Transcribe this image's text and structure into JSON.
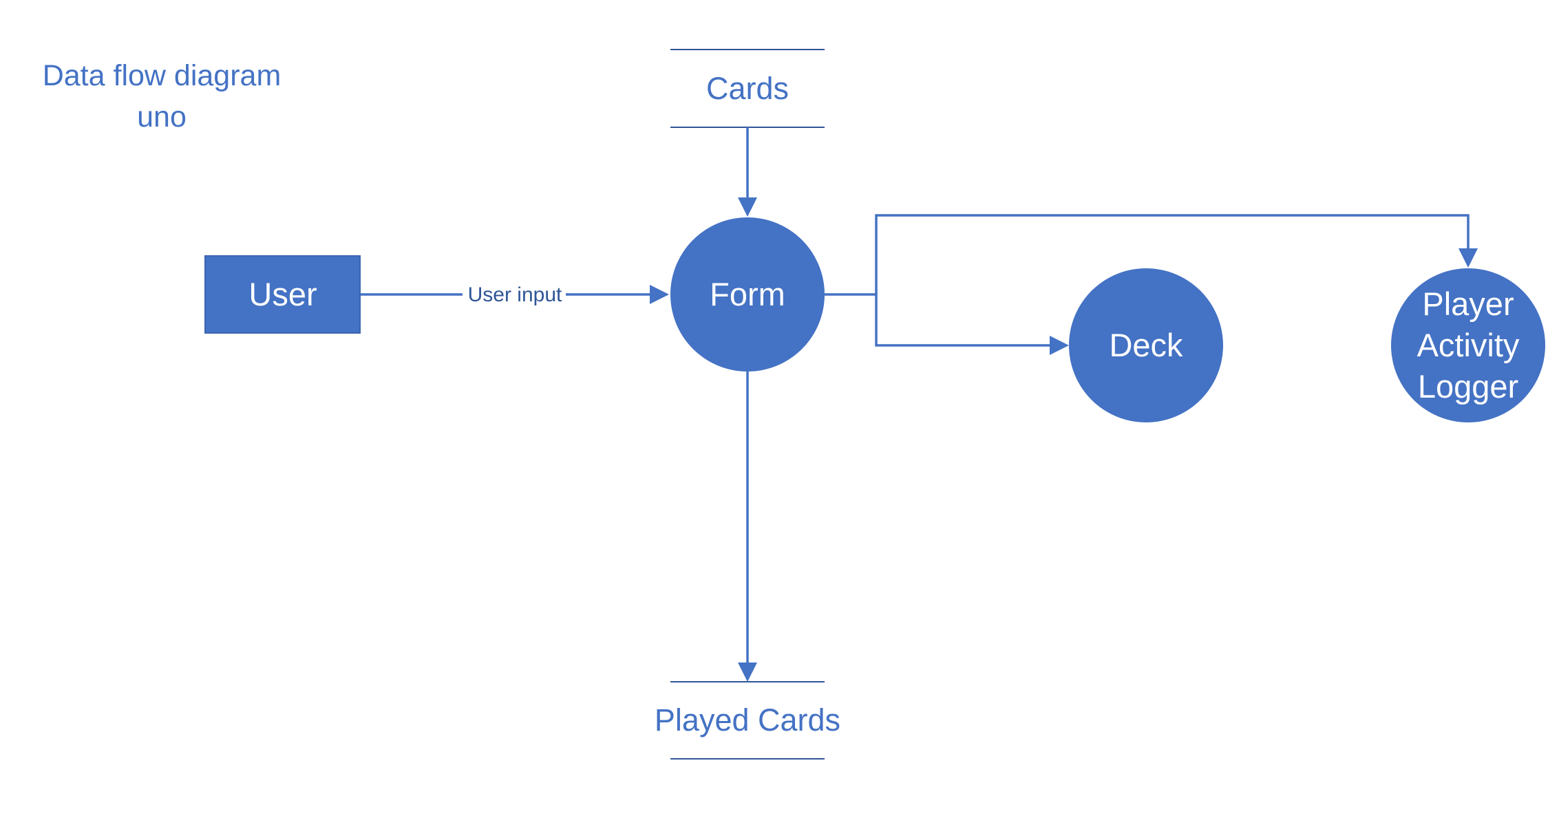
{
  "title": {
    "line1": "Data flow diagram",
    "line2": "uno"
  },
  "entities": {
    "user": "User"
  },
  "processes": {
    "form": "Form",
    "deck": "Deck",
    "player_activity_logger": [
      "Player",
      "Activity",
      "Logger"
    ]
  },
  "stores": {
    "cards": "Cards",
    "played_cards": "Played Cards"
  },
  "flows": {
    "user_to_form": "User input"
  },
  "colors": {
    "primary": "#4472C4",
    "text_on_shape": "#FFFFFF",
    "store_line": "#2F5597"
  }
}
